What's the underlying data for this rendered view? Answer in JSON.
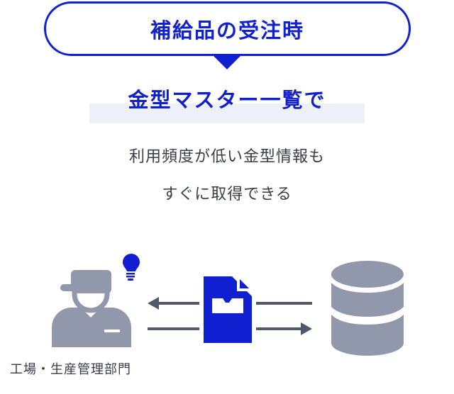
{
  "bubble": {
    "title": "補給品の受注時"
  },
  "heading": "金型マスター一覧で",
  "description": {
    "line1": "利用頻度が低い金型情報も",
    "line2": "すぐに取得できる"
  },
  "illustration": {
    "person_label": "工場・生産管理部門",
    "icons": [
      "worker-icon",
      "lightbulb-icon",
      "document-icon",
      "database-icon",
      "arrow-left-icon",
      "arrow-right-icon"
    ]
  },
  "colors": {
    "accent": "#1020d0",
    "icon_gray": "#9198ab",
    "arrow": "#525769",
    "band": "#edf0f6"
  }
}
